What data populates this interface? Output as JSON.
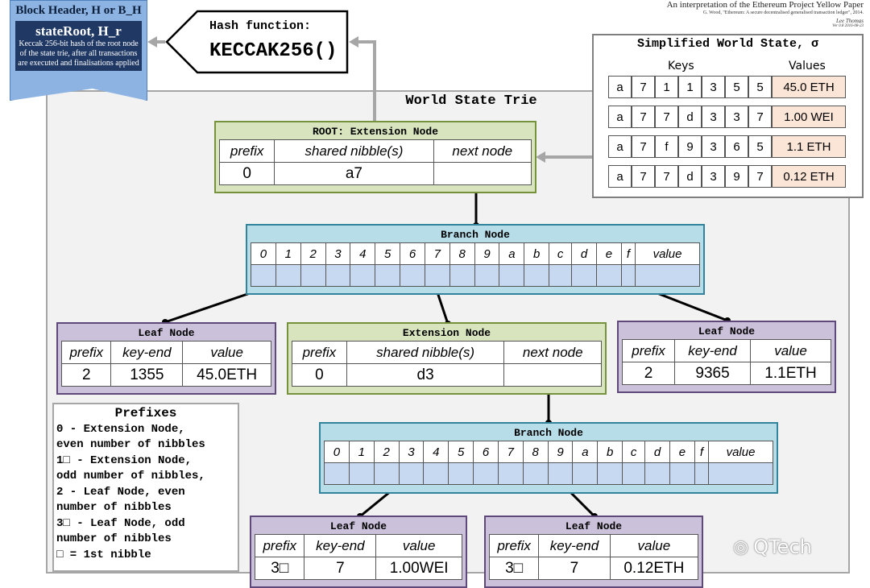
{
  "attribution": {
    "line1": "An interpretation of the Ethereum Project Yellow Paper",
    "line2": "G. Wood, \"Ethereum: A secure decentralised generalised transaction ledger\", 2014.",
    "author": "Lee Thomas",
    "version": "Ver 0.8 2016-08-23"
  },
  "block_header": {
    "title": "Block Header, H or B_H",
    "state_root": "stateRoot, H_r",
    "desc": "Keccak 256-bit hash of the root node of the state trie, after all transactions are executed and finalisations applied"
  },
  "hash": {
    "label": "Hash function:",
    "fn": "KECCAK256()"
  },
  "world_state": {
    "title": "Simplified World State, σ",
    "keys_label": "Keys",
    "values_label": "Values",
    "rows": [
      {
        "key": [
          "a",
          "7",
          "1",
          "1",
          "3",
          "5",
          "5"
        ],
        "value": "45.0 ETH"
      },
      {
        "key": [
          "a",
          "7",
          "7",
          "d",
          "3",
          "3",
          "7"
        ],
        "value": "1.00 WEI"
      },
      {
        "key": [
          "a",
          "7",
          "f",
          "9",
          "3",
          "6",
          "5"
        ],
        "value": "1.1 ETH"
      },
      {
        "key": [
          "a",
          "7",
          "7",
          "d",
          "3",
          "9",
          "7"
        ],
        "value": "0.12 ETH"
      }
    ]
  },
  "trie_title": "World State Trie",
  "root": {
    "title": "ROOT: Extension Node",
    "h": [
      "prefix",
      "shared nibble(s)",
      "next node"
    ],
    "v": [
      "0",
      "a7",
      ""
    ]
  },
  "branch_title": "Branch Node",
  "branch_cols": [
    "0",
    "1",
    "2",
    "3",
    "4",
    "5",
    "6",
    "7",
    "8",
    "9",
    "a",
    "b",
    "c",
    "d",
    "e",
    "f",
    "value"
  ],
  "leaf_title": "Leaf Node",
  "ext_title": "Extension Node",
  "leaf_h": [
    "prefix",
    "key-end",
    "value"
  ],
  "ext_h": [
    "prefix",
    "shared nibble(s)",
    "next node"
  ],
  "leaf1": [
    "2",
    "1355",
    "45.0ETH"
  ],
  "ext1": [
    "0",
    "d3",
    ""
  ],
  "leaf2": [
    "2",
    "9365",
    "1.1ETH"
  ],
  "leaf3": [
    "3□",
    "7",
    "1.00WEI"
  ],
  "leaf4": [
    "3□",
    "7",
    "0.12ETH"
  ],
  "prefixes": {
    "title": "Prefixes",
    "lines": [
      "0 - Extension Node,",
      "even number of nibbles",
      "1□ - Extension Node,",
      "odd number of nibbles,",
      "2 - Leaf Node, even",
      "number of nibbles",
      "3□ - Leaf Node, odd",
      "number of nibbles",
      "□ = 1st nibble"
    ]
  },
  "watermark": "QTech"
}
